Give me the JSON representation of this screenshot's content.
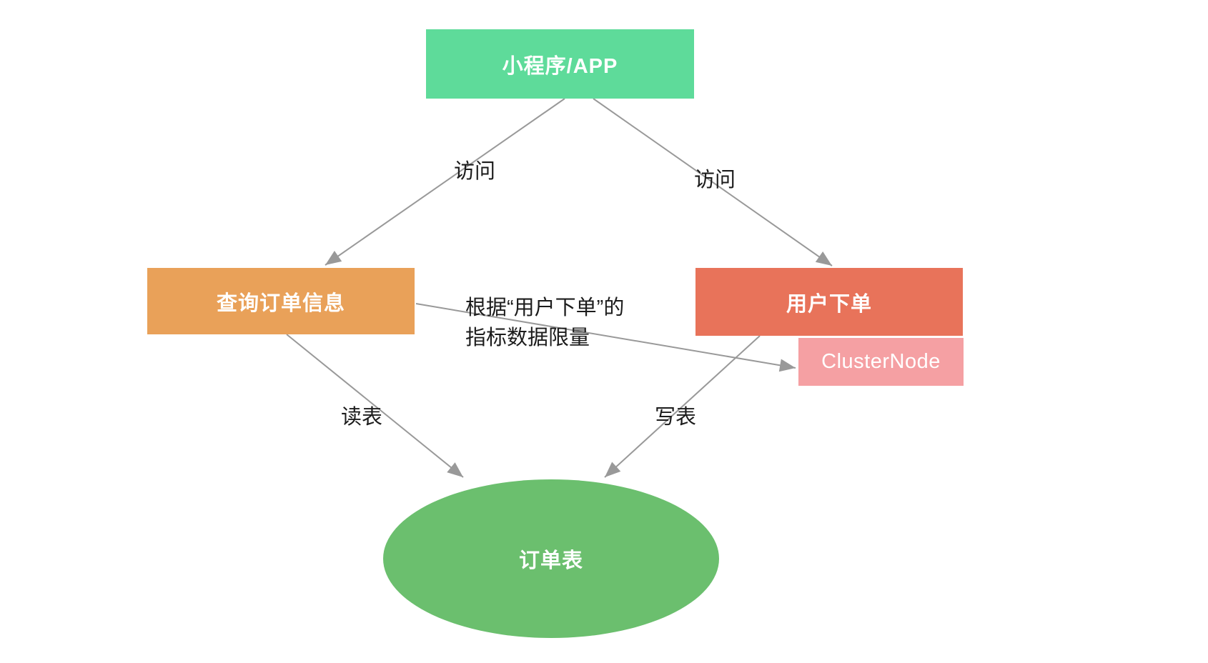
{
  "diagram": {
    "background_color": "#ffffff",
    "arrow_color": "#999999",
    "edge_label_color": "#1c1c1c",
    "nodes": {
      "app": {
        "label": "小程序/APP",
        "shape": "rect",
        "color": "#5edb9a",
        "text_color": "#ffffff"
      },
      "query": {
        "label": "查询订单信息",
        "shape": "rect",
        "color": "#e9a159",
        "text_color": "#ffffff"
      },
      "order": {
        "label": "用户下单",
        "shape": "rect",
        "color": "#e8735a",
        "text_color": "#ffffff"
      },
      "cluster": {
        "label": "ClusterNode",
        "shape": "rect",
        "color": "#f5a0a3",
        "text_color": "#ffffff"
      },
      "table": {
        "label": "订单表",
        "shape": "ellipse",
        "color": "#6bbf6e",
        "text_color": "#ffffff"
      }
    },
    "edges": {
      "app_to_query": {
        "from": "app",
        "to": "query",
        "label": "访问"
      },
      "app_to_order": {
        "from": "app",
        "to": "order",
        "label": "访问"
      },
      "query_to_cluster": {
        "from": "query",
        "to": "cluster",
        "label_line1": "根据“用户下单”的",
        "label_line2": "指标数据限量"
      },
      "query_to_table": {
        "from": "query",
        "to": "table",
        "label": "读表"
      },
      "order_to_table": {
        "from": "order",
        "to": "table",
        "label": "写表"
      }
    }
  }
}
